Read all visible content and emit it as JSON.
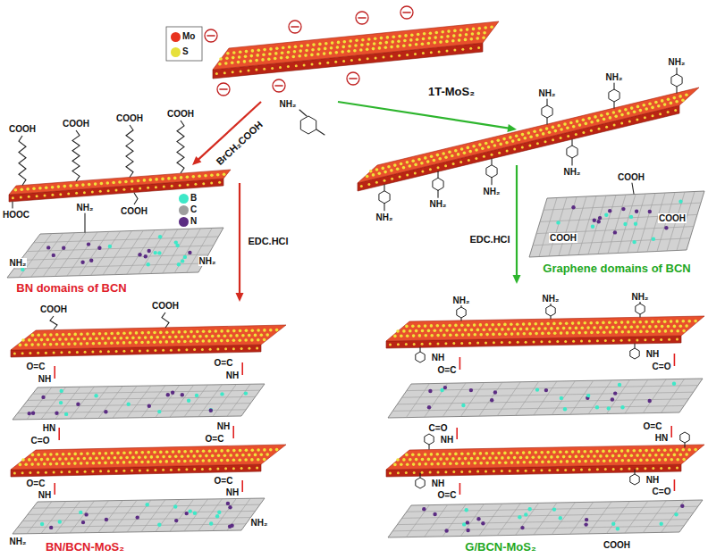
{
  "diagram": {
    "nodes": [
      {
        "text": [
          "1T-MoS₂"
        ]
      },
      {
        "text": [
          "BN domains of BCN"
        ]
      },
      {
        "text": [
          "Graphene domains of BCN"
        ]
      },
      {
        "text": [
          "BN/BCN-MoS₂"
        ]
      },
      {
        "text": [
          "G/BCN-MoS₂"
        ]
      }
    ],
    "edges": [
      {
        "from": 0,
        "to": 1,
        "arrow": "to",
        "label": "BrCH₂COOH"
      },
      {
        "from": 0,
        "to": 2,
        "arrow": "to"
      },
      {
        "from": 1,
        "to": 3,
        "arrow": "to",
        "label": "EDC.HCl"
      },
      {
        "from": 2,
        "to": 4,
        "arrow": "to",
        "label": "EDC.HCl"
      }
    ],
    "labels": [
      "NH₂",
      "COOH",
      "COOH",
      "COOH",
      "COOH",
      "HOOC",
      "COOH",
      "NH₂",
      "NH₂",
      "NH₂",
      "NH₂",
      "NH₂",
      "NH₂",
      "NH₂",
      "NH₂",
      "NH₂",
      "NH₂",
      "COOH",
      "COOH",
      "COOH",
      "COOH",
      "COOH",
      "O=C",
      "NH",
      "O=C",
      "NH",
      "HN",
      "C=O",
      "NH",
      "O=C",
      "O=C",
      "NH",
      "O=C",
      "NH",
      "NH₂",
      "NH₂",
      "NH₂",
      "NH₂",
      "NH₂",
      "NH",
      "O=C",
      "NH",
      "C=O",
      "C=O",
      "NH",
      "O=C",
      "HN",
      "NH",
      "O=C",
      "NH",
      "C=O",
      "COOH"
    ],
    "legend": [
      {
        "text": "Mo",
        "color": "#e8321e"
      },
      {
        "text": "S",
        "color": "#e6e03a"
      },
      {
        "text": "B",
        "color": "#3ee8c8"
      },
      {
        "text": "C",
        "color": "#9e9e9e"
      },
      {
        "text": "N",
        "color": "#5b2c83"
      }
    ]
  }
}
